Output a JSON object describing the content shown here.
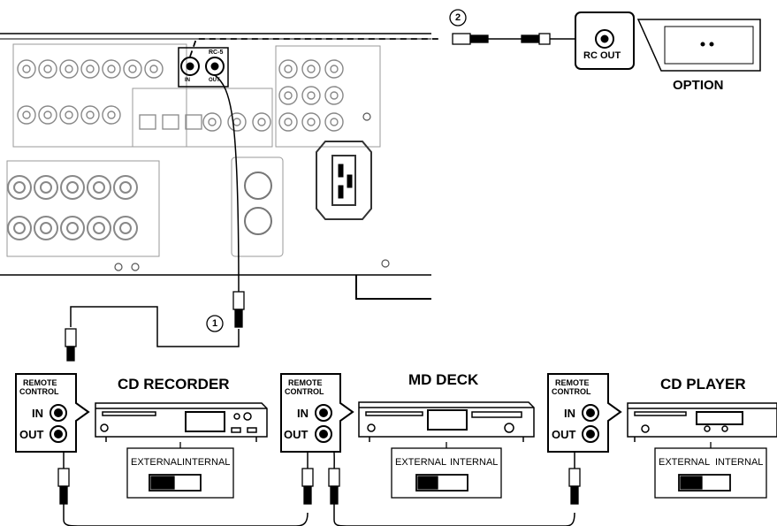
{
  "option": {
    "label": "OPTION",
    "jack_label": "RC OUT",
    "callout": "2"
  },
  "receiver": {
    "rc_jack_label": "RC-5",
    "rc_in": "IN",
    "rc_out": "OUT",
    "callout": "1"
  },
  "devices": [
    {
      "title": "CD RECORDER",
      "rc_label_line1": "REMOTE",
      "rc_label_line2": "CONTROL",
      "in_label": "IN",
      "out_label": "OUT",
      "switch_external": "EXTERNAL",
      "switch_internal": "INTERNAL"
    },
    {
      "title": "MD DECK",
      "rc_label_line1": "REMOTE",
      "rc_label_line2": "CONTROL",
      "in_label": "IN",
      "out_label": "OUT",
      "switch_external": "EXTERNAL",
      "switch_internal": "INTERNAL"
    },
    {
      "title": "CD PLAYER",
      "rc_label_line1": "REMOTE",
      "rc_label_line2": "CONTROL",
      "in_label": "IN",
      "out_label": "OUT",
      "switch_external": "EXTERNAL",
      "switch_internal": "INTERNAL"
    }
  ]
}
